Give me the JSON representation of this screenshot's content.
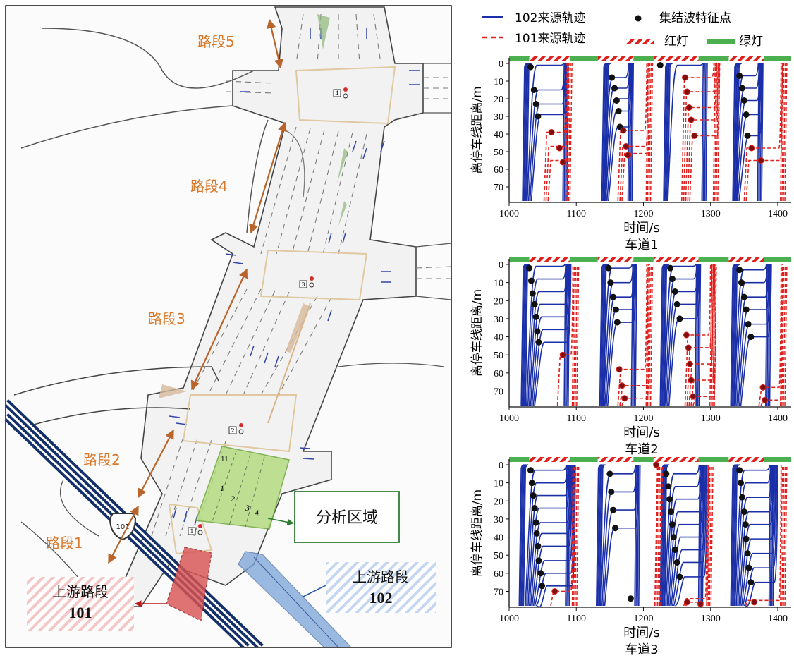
{
  "map": {
    "segments": [
      "路段1",
      "路段2",
      "路段3",
      "路段4",
      "路段5"
    ],
    "analysis_area": "分析区域",
    "upstream_101": {
      "line1": "上游路段",
      "line2": "101"
    },
    "upstream_102": {
      "line1": "上游路段",
      "line2": "102"
    },
    "lane_numbers": [
      "1",
      "2",
      "3",
      "4"
    ],
    "stop_code": "11",
    "route_shield": "101",
    "intersections": [
      "1",
      "2",
      "3",
      "4"
    ]
  },
  "legend": {
    "traj_102": "102来源轨迹",
    "traj_101": "101来源轨迹",
    "feature_point": "集结波特征点",
    "red_light": "红灯",
    "green_light": "绿灯"
  },
  "colors": {
    "traj_102": "#1a2fa8",
    "traj_101": "#e0201c",
    "green": "#4caf50",
    "red": "#e0201c",
    "segment_label": "#d9782a"
  },
  "chart_data": [
    {
      "type": "line",
      "title": "车道1",
      "xlabel": "时间/s",
      "ylabel": "离停车线距离/m",
      "xlim": [
        1000,
        1420
      ],
      "ylim": [
        0,
        78
      ],
      "xticks": [
        1000,
        1100,
        1200,
        1300,
        1400
      ],
      "yticks": [
        0,
        10,
        20,
        30,
        40,
        50,
        60,
        70
      ],
      "signal": {
        "green": [
          [
            1000,
            1030
          ],
          [
            1090,
            1132
          ],
          [
            1185,
            1215
          ],
          [
            1282,
            1327
          ],
          [
            1380,
            1420
          ]
        ],
        "red": [
          [
            1030,
            1090
          ],
          [
            1132,
            1185
          ],
          [
            1215,
            1282
          ],
          [
            1327,
            1380
          ]
        ]
      },
      "blue_cycles": [
        {
          "x0": 1020,
          "x1": 1088,
          "stops": [
            1,
            15,
            23,
            29
          ]
        },
        {
          "x0": 1138,
          "x1": 1185,
          "stops": [
            8,
            14,
            20,
            27,
            36
          ]
        },
        {
          "x0": 1230,
          "x1": 1295,
          "stops": [
            1
          ]
        },
        {
          "x0": 1333,
          "x1": 1378,
          "stops": [
            7,
            14,
            21,
            29,
            41
          ]
        }
      ],
      "red_cycles": [
        {
          "x0": 1050,
          "x1": 1090,
          "stops": [
            39,
            47,
            55
          ]
        },
        {
          "x0": 1160,
          "x1": 1210,
          "stops": [
            38,
            47,
            51
          ]
        },
        {
          "x0": 1255,
          "x1": 1310,
          "stops": [
            8,
            16,
            25,
            32,
            41
          ]
        },
        {
          "x0": 1348,
          "x1": 1410,
          "stops": [
            48,
            55
          ]
        }
      ],
      "feature_points": [
        [
          1032,
          2
        ],
        [
          1037,
          15
        ],
        [
          1040,
          23
        ],
        [
          1043,
          30
        ],
        [
          1063,
          39
        ],
        [
          1075,
          48
        ],
        [
          1080,
          56
        ],
        [
          1153,
          8
        ],
        [
          1157,
          14
        ],
        [
          1160,
          21
        ],
        [
          1163,
          27
        ],
        [
          1165,
          36
        ],
        [
          1170,
          38
        ],
        [
          1174,
          47
        ],
        [
          1177,
          52
        ],
        [
          1225,
          1
        ],
        [
          1262,
          8
        ],
        [
          1265,
          16
        ],
        [
          1268,
          25
        ],
        [
          1271,
          32
        ],
        [
          1276,
          41
        ],
        [
          1343,
          7
        ],
        [
          1347,
          14
        ],
        [
          1350,
          21
        ],
        [
          1353,
          29
        ],
        [
          1355,
          41
        ],
        [
          1361,
          48
        ],
        [
          1375,
          55
        ]
      ]
    },
    {
      "type": "line",
      "title": "车道2",
      "xlabel": "时间/s",
      "ylabel": "离停车线距离/m",
      "xlim": [
        1000,
        1420
      ],
      "ylim": [
        0,
        78
      ],
      "xticks": [
        1000,
        1100,
        1200,
        1300,
        1400
      ],
      "yticks": [
        0,
        10,
        20,
        30,
        40,
        50,
        60,
        70
      ],
      "signal": {
        "green": [
          [
            1000,
            1030
          ],
          [
            1090,
            1132
          ],
          [
            1185,
            1215
          ],
          [
            1282,
            1327
          ],
          [
            1380,
            1420
          ]
        ],
        "red": [
          [
            1030,
            1090
          ],
          [
            1132,
            1185
          ],
          [
            1215,
            1282
          ],
          [
            1327,
            1380
          ]
        ]
      },
      "blue_cycles": [
        {
          "x0": 1018,
          "x1": 1090,
          "stops": [
            1,
            8,
            15,
            22,
            29,
            36,
            43
          ]
        },
        {
          "x0": 1135,
          "x1": 1190,
          "stops": [
            2,
            10,
            18,
            25,
            32
          ]
        },
        {
          "x0": 1225,
          "x1": 1285,
          "stops": [
            1,
            8,
            15,
            22,
            30
          ]
        },
        {
          "x0": 1330,
          "x1": 1390,
          "stops": [
            3,
            10,
            18,
            25,
            33,
            40
          ]
        }
      ],
      "red_cycles": [
        {
          "x0": 1070,
          "x1": 1100,
          "stops": [
            50
          ]
        },
        {
          "x0": 1160,
          "x1": 1210,
          "stops": [
            58,
            67,
            74
          ]
        },
        {
          "x0": 1260,
          "x1": 1305,
          "stops": [
            39,
            46,
            55,
            64,
            73
          ]
        },
        {
          "x0": 1370,
          "x1": 1410,
          "stops": [
            68,
            75
          ]
        }
      ],
      "feature_points": [
        [
          1030,
          2
        ],
        [
          1033,
          9
        ],
        [
          1035,
          16
        ],
        [
          1038,
          22
        ],
        [
          1040,
          29
        ],
        [
          1042,
          37
        ],
        [
          1044,
          43
        ],
        [
          1080,
          50
        ],
        [
          1148,
          2
        ],
        [
          1151,
          10
        ],
        [
          1155,
          18
        ],
        [
          1159,
          25
        ],
        [
          1161,
          32
        ],
        [
          1164,
          58
        ],
        [
          1168,
          67
        ],
        [
          1172,
          74
        ],
        [
          1240,
          2
        ],
        [
          1243,
          8
        ],
        [
          1247,
          15
        ],
        [
          1250,
          22
        ],
        [
          1254,
          30
        ],
        [
          1264,
          39
        ],
        [
          1267,
          46
        ],
        [
          1269,
          55
        ],
        [
          1271,
          64
        ],
        [
          1274,
          73
        ],
        [
          1343,
          3
        ],
        [
          1346,
          10
        ],
        [
          1350,
          18
        ],
        [
          1353,
          25
        ],
        [
          1356,
          33
        ],
        [
          1360,
          40
        ],
        [
          1378,
          68
        ],
        [
          1381,
          75
        ]
      ]
    },
    {
      "type": "line",
      "title": "车道3",
      "xlabel": "时间/s",
      "ylabel": "离停车线距离/m",
      "xlim": [
        1000,
        1420
      ],
      "ylim": [
        0,
        78
      ],
      "xticks": [
        1000,
        1100,
        1200,
        1300,
        1400
      ],
      "yticks": [
        0,
        10,
        20,
        30,
        40,
        50,
        60,
        70
      ],
      "signal": {
        "green": [
          [
            1000,
            1030
          ],
          [
            1090,
            1132
          ],
          [
            1185,
            1215
          ],
          [
            1282,
            1327
          ],
          [
            1380,
            1420
          ]
        ],
        "red": [
          [
            1030,
            1090
          ],
          [
            1132,
            1185
          ],
          [
            1215,
            1282
          ],
          [
            1327,
            1380
          ]
        ]
      },
      "blue_cycles": [
        {
          "x0": 1015,
          "x1": 1092,
          "stops": [
            3,
            10,
            17,
            24,
            32,
            38,
            45,
            53,
            60,
            67
          ]
        },
        {
          "x0": 1130,
          "x1": 1195,
          "stops": [
            5,
            15,
            25,
            35
          ]
        },
        {
          "x0": 1225,
          "x1": 1290,
          "stops": [
            5,
            12,
            19,
            26,
            33,
            40,
            47,
            54,
            62
          ]
        },
        {
          "x0": 1330,
          "x1": 1395,
          "stops": [
            3,
            10,
            18,
            26,
            33,
            41,
            49,
            57,
            65
          ]
        }
      ],
      "red_cycles": [
        {
          "x0": 1060,
          "x1": 1100,
          "stops": [
            70
          ]
        },
        {
          "x0": 1215,
          "x1": 1225,
          "stops": [
            0
          ]
        },
        {
          "x0": 1258,
          "x1": 1300,
          "stops": [
            74,
            76
          ]
        },
        {
          "x0": 1350,
          "x1": 1410,
          "stops": [
            75
          ]
        }
      ],
      "feature_points": [
        [
          1032,
          3
        ],
        [
          1034,
          10
        ],
        [
          1036,
          17
        ],
        [
          1038,
          24
        ],
        [
          1040,
          32
        ],
        [
          1041,
          38
        ],
        [
          1043,
          45
        ],
        [
          1044,
          53
        ],
        [
          1047,
          60
        ],
        [
          1049,
          67
        ],
        [
          1068,
          70
        ],
        [
          1150,
          5
        ],
        [
          1152,
          15
        ],
        [
          1155,
          25
        ],
        [
          1158,
          35
        ],
        [
          1181,
          74
        ],
        [
          1219,
          0
        ],
        [
          1234,
          5
        ],
        [
          1237,
          12
        ],
        [
          1239,
          19
        ],
        [
          1241,
          26
        ],
        [
          1243,
          33
        ],
        [
          1245,
          40
        ],
        [
          1247,
          47
        ],
        [
          1250,
          54
        ],
        [
          1254,
          62
        ],
        [
          1265,
          76
        ],
        [
          1285,
          77
        ],
        [
          1343,
          3
        ],
        [
          1345,
          10
        ],
        [
          1347,
          18
        ],
        [
          1350,
          26
        ],
        [
          1352,
          33
        ],
        [
          1353,
          41
        ],
        [
          1355,
          49
        ],
        [
          1357,
          57
        ],
        [
          1360,
          65
        ],
        [
          1365,
          76
        ]
      ]
    }
  ]
}
